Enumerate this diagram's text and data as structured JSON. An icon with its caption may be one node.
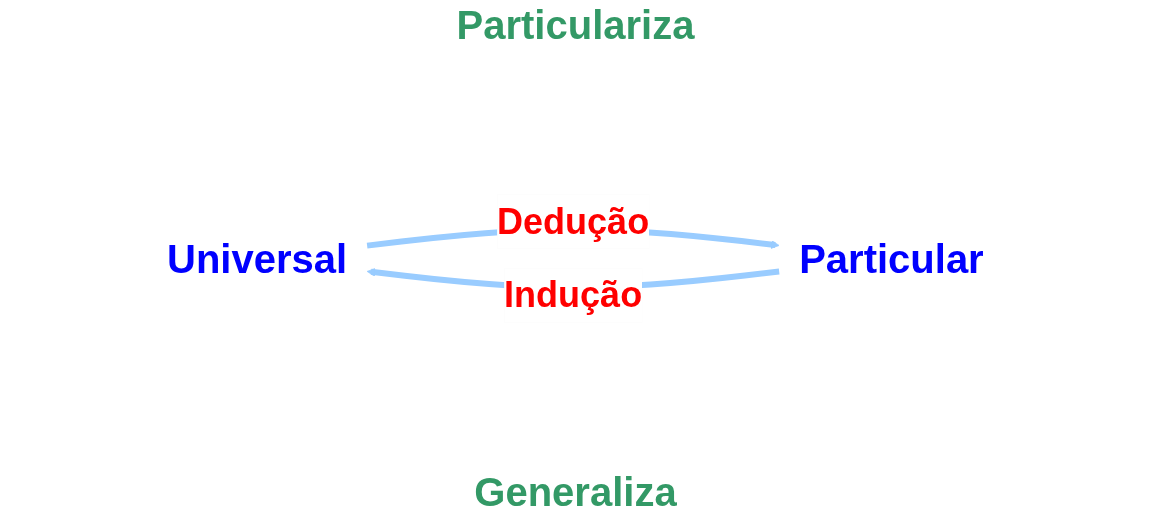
{
  "diagram": {
    "nodes": [
      {
        "text": [
          "Universal"
        ]
      },
      {
        "text": [
          "Particular"
        ]
      }
    ],
    "edges": [
      {
        "from": 0,
        "to": 1,
        "arrow": "to",
        "label": "Dedução"
      },
      {
        "from": 1,
        "to": 0,
        "arrow": "to",
        "label": "Indução"
      }
    ],
    "labels": [
      "Particulariza",
      "Generaliza"
    ]
  }
}
